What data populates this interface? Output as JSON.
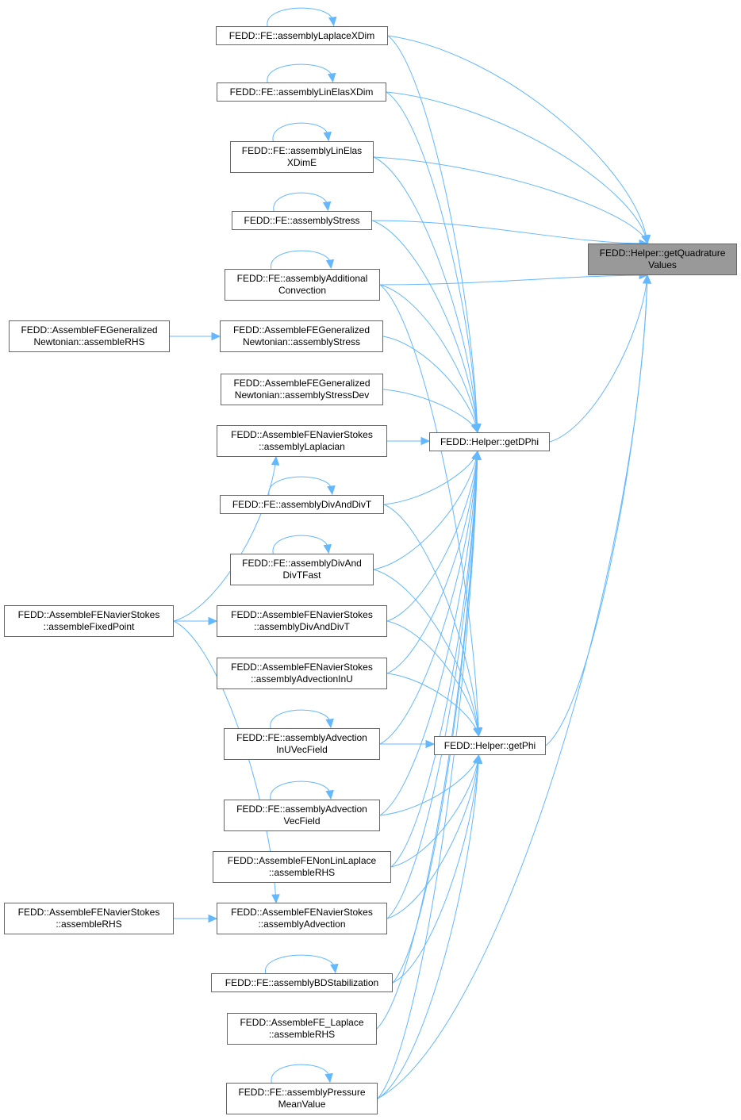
{
  "nodes": {
    "root": {
      "lines": [
        "FEDD::Helper::getQuadrature",
        "Values"
      ]
    },
    "getDPhi": {
      "lines": [
        "FEDD::Helper::getDPhi"
      ]
    },
    "getPhi": {
      "lines": [
        "FEDD::Helper::getPhi"
      ]
    },
    "laplaceXDim": {
      "lines": [
        "FEDD::FE::assemblyLaplaceXDim"
      ]
    },
    "linElasXDim": {
      "lines": [
        "FEDD::FE::assemblyLinElasXDim"
      ]
    },
    "linElasXDimE": {
      "lines": [
        "FEDD::FE::assemblyLinElas",
        "XDimE"
      ]
    },
    "stress": {
      "lines": [
        "FEDD::FE::assemblyStress"
      ]
    },
    "addConv": {
      "lines": [
        "FEDD::FE::assemblyAdditional",
        "Convection"
      ]
    },
    "gnRHS": {
      "lines": [
        "FEDD::AssembleFEGeneralized",
        "Newtonian::assembleRHS"
      ]
    },
    "gnStress": {
      "lines": [
        "FEDD::AssembleFEGeneralized",
        "Newtonian::assemblyStress"
      ]
    },
    "gnStressDev": {
      "lines": [
        "FEDD::AssembleFEGeneralized",
        "Newtonian::assemblyStressDev"
      ]
    },
    "nsLaplacian": {
      "lines": [
        "FEDD::AssembleFENavierStokes",
        "::assemblyLaplacian"
      ]
    },
    "divDivT": {
      "lines": [
        "FEDD::FE::assemblyDivAndDivT"
      ]
    },
    "divDivTFast": {
      "lines": [
        "FEDD::FE::assemblyDivAnd",
        "DivTFast"
      ]
    },
    "nsFixedPoint": {
      "lines": [
        "FEDD::AssembleFENavierStokes",
        "::assembleFixedPoint"
      ]
    },
    "nsDivDivT": {
      "lines": [
        "FEDD::AssembleFENavierStokes",
        "::assemblyDivAndDivT"
      ]
    },
    "nsAdvInU": {
      "lines": [
        "FEDD::AssembleFENavierStokes",
        "::assemblyAdvectionInU"
      ]
    },
    "advInUVec": {
      "lines": [
        "FEDD::FE::assemblyAdvection",
        "InUVecField"
      ]
    },
    "advVec": {
      "lines": [
        "FEDD::FE::assemblyAdvection",
        "VecField"
      ]
    },
    "nlLaplaceRHS": {
      "lines": [
        "FEDD::AssembleFENonLinLaplace",
        "::assembleRHS"
      ]
    },
    "nsRHS": {
      "lines": [
        "FEDD::AssembleFENavierStokes",
        "::assembleRHS"
      ]
    },
    "nsAdvection": {
      "lines": [
        "FEDD::AssembleFENavierStokes",
        "::assemblyAdvection"
      ]
    },
    "bdStab": {
      "lines": [
        "FEDD::FE::assemblyBDStabilization"
      ]
    },
    "laplaceRHS": {
      "lines": [
        "FEDD::AssembleFE_Laplace",
        "::assembleRHS"
      ]
    },
    "pressMean": {
      "lines": [
        "FEDD::FE::assemblyPressure",
        "MeanValue"
      ]
    }
  },
  "edges": [
    [
      "laplaceXDim",
      "root"
    ],
    [
      "linElasXDim",
      "root"
    ],
    [
      "linElasXDimE",
      "root"
    ],
    [
      "stress",
      "root"
    ],
    [
      "addConv",
      "root"
    ],
    [
      "getDPhi",
      "root"
    ],
    [
      "getPhi",
      "root"
    ],
    [
      "pressMean",
      "root"
    ],
    [
      "laplaceXDim",
      "getDPhi"
    ],
    [
      "linElasXDim",
      "getDPhi"
    ],
    [
      "linElasXDimE",
      "getDPhi"
    ],
    [
      "stress",
      "getDPhi"
    ],
    [
      "addConv",
      "getDPhi"
    ],
    [
      "gnStress",
      "getDPhi"
    ],
    [
      "gnStressDev",
      "getDPhi"
    ],
    [
      "nsLaplacian",
      "getDPhi"
    ],
    [
      "divDivT",
      "getDPhi"
    ],
    [
      "divDivTFast",
      "getDPhi"
    ],
    [
      "nsDivDivT",
      "getDPhi"
    ],
    [
      "nsAdvInU",
      "getDPhi"
    ],
    [
      "advInUVec",
      "getDPhi"
    ],
    [
      "advVec",
      "getDPhi"
    ],
    [
      "nlLaplaceRHS",
      "getDPhi"
    ],
    [
      "nsAdvection",
      "getDPhi"
    ],
    [
      "bdStab",
      "getDPhi"
    ],
    [
      "laplaceRHS",
      "getDPhi"
    ],
    [
      "pressMean",
      "getDPhi"
    ],
    [
      "addConv",
      "getPhi"
    ],
    [
      "divDivT",
      "getPhi"
    ],
    [
      "divDivTFast",
      "getPhi"
    ],
    [
      "nsDivDivT",
      "getPhi"
    ],
    [
      "nsAdvInU",
      "getPhi"
    ],
    [
      "advInUVec",
      "getPhi"
    ],
    [
      "advVec",
      "getPhi"
    ],
    [
      "nlLaplaceRHS",
      "getPhi"
    ],
    [
      "nsAdvection",
      "getPhi"
    ],
    [
      "bdStab",
      "getPhi"
    ],
    [
      "pressMean",
      "getPhi"
    ],
    [
      "gnRHS",
      "gnStress"
    ],
    [
      "nsFixedPoint",
      "nsLaplacian"
    ],
    [
      "nsFixedPoint",
      "nsDivDivT"
    ],
    [
      "nsFixedPoint",
      "nsAdvection"
    ],
    [
      "nsRHS",
      "nsAdvection"
    ]
  ],
  "self_loops": [
    "laplaceXDim",
    "linElasXDim",
    "linElasXDimE",
    "stress",
    "addConv",
    "divDivT",
    "divDivTFast",
    "advInUVec",
    "advVec",
    "bdStab",
    "pressMean"
  ],
  "colors": {
    "edge": "#63b8ff",
    "root_fill": "#999999",
    "border": "#666666"
  }
}
